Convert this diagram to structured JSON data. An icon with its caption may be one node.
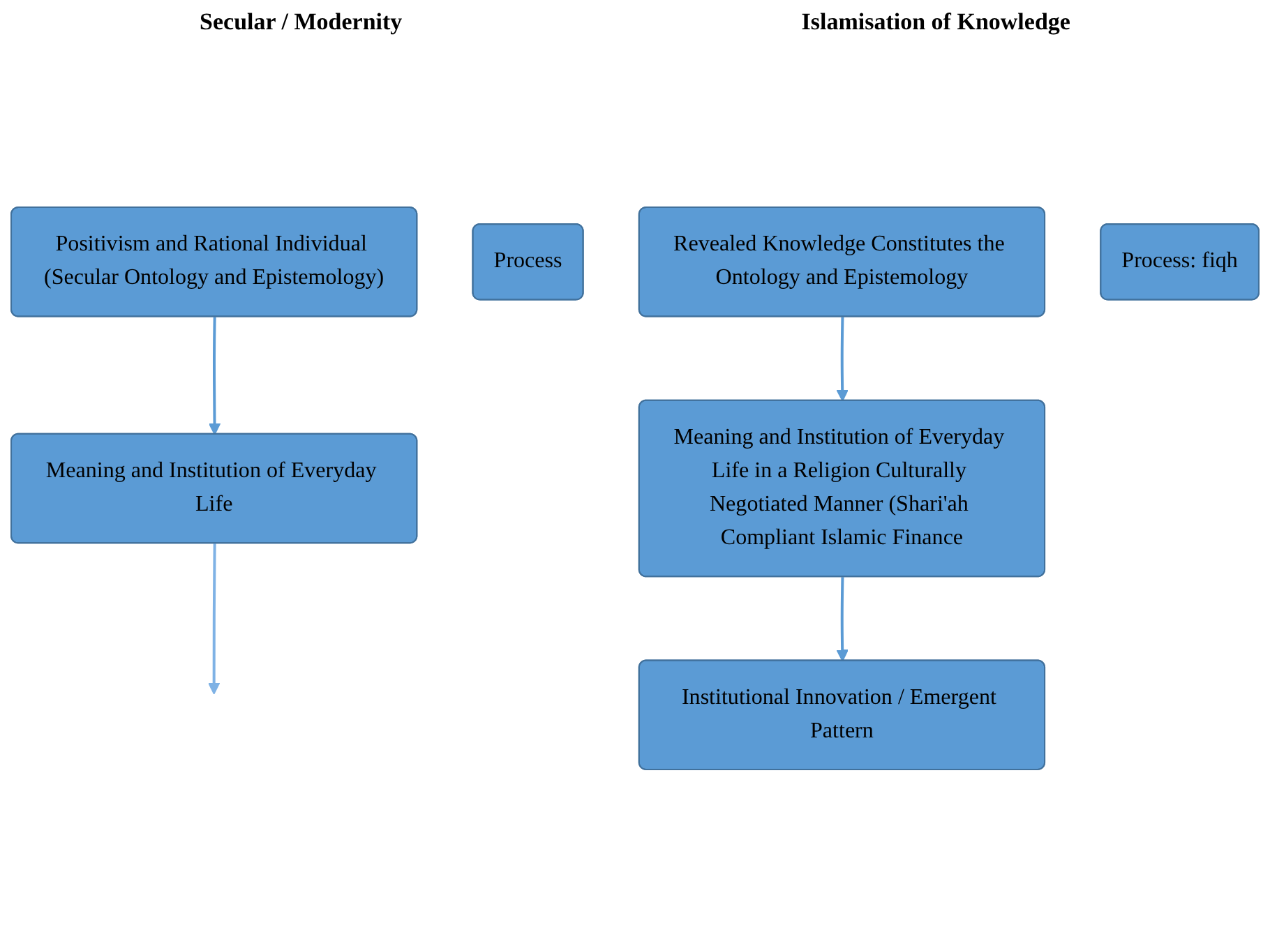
{
  "diagram": {
    "nodes": [
      {
        "text": [
          "Positivism and Rational Individual (Secular Ontology and Epistemology)"
        ]
      },
      {
        "text": [
          "Process"
        ]
      },
      {
        "text": [
          "Meaning and Institution of Everyday Life"
        ]
      },
      {
        "text": [
          "Revealed Knowledge Constitutes the Ontology and Epistemology"
        ]
      },
      {
        "text": [
          "Process: fiqh"
        ]
      },
      {
        "text": [
          "Meaning and Institution of Everyday Life in a Religion Culturally Negotiated Manner (Shari'ah Compliant Islamic Finance"
        ]
      },
      {
        "text": [
          "Institutional Innovation / Emergent Pattern"
        ]
      }
    ],
    "edges": [
      {
        "from": 0,
        "to": 2,
        "arrow": "to"
      },
      {
        "from": 3,
        "to": 5,
        "arrow": "to"
      },
      {
        "from": 5,
        "to": 6,
        "arrow": "to"
      },
      {
        "from": 2,
        "to": null,
        "arrow": "to",
        "color": "#7fb2e5"
      }
    ],
    "labels": [
      "Secular / Modernity",
      "Islamisation of Knowledge"
    ]
  }
}
